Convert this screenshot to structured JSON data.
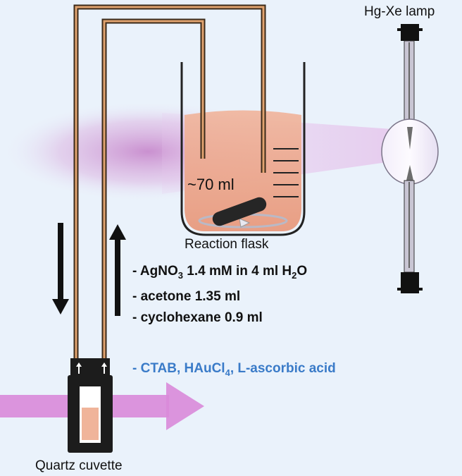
{
  "labels": {
    "lamp": "Hg-Xe lamp",
    "volume": "~70 ml",
    "flask": "Reaction flask",
    "cuvette": "Quartz cuvette"
  },
  "reagents": {
    "agno3": {
      "prefix": "- AgNO",
      "sub1": "3",
      "mid": " 1.4 mM in 4 ml H",
      "sub2": "2",
      "suffix": "O"
    },
    "acetone": "- acetone 1.35 ml",
    "cyclohexane": "- cyclohexane 0.9 ml"
  },
  "additives": {
    "prefix": "- CTAB, HAuCl",
    "sub": "4",
    "suffix": ", L-ascorbic acid"
  },
  "colors": {
    "background": "#eaf2fb",
    "solution": "#e8a58a",
    "light_beam": "#d98ad9",
    "tubing": "#c9855a",
    "additives_text": "#3a7bc8"
  }
}
